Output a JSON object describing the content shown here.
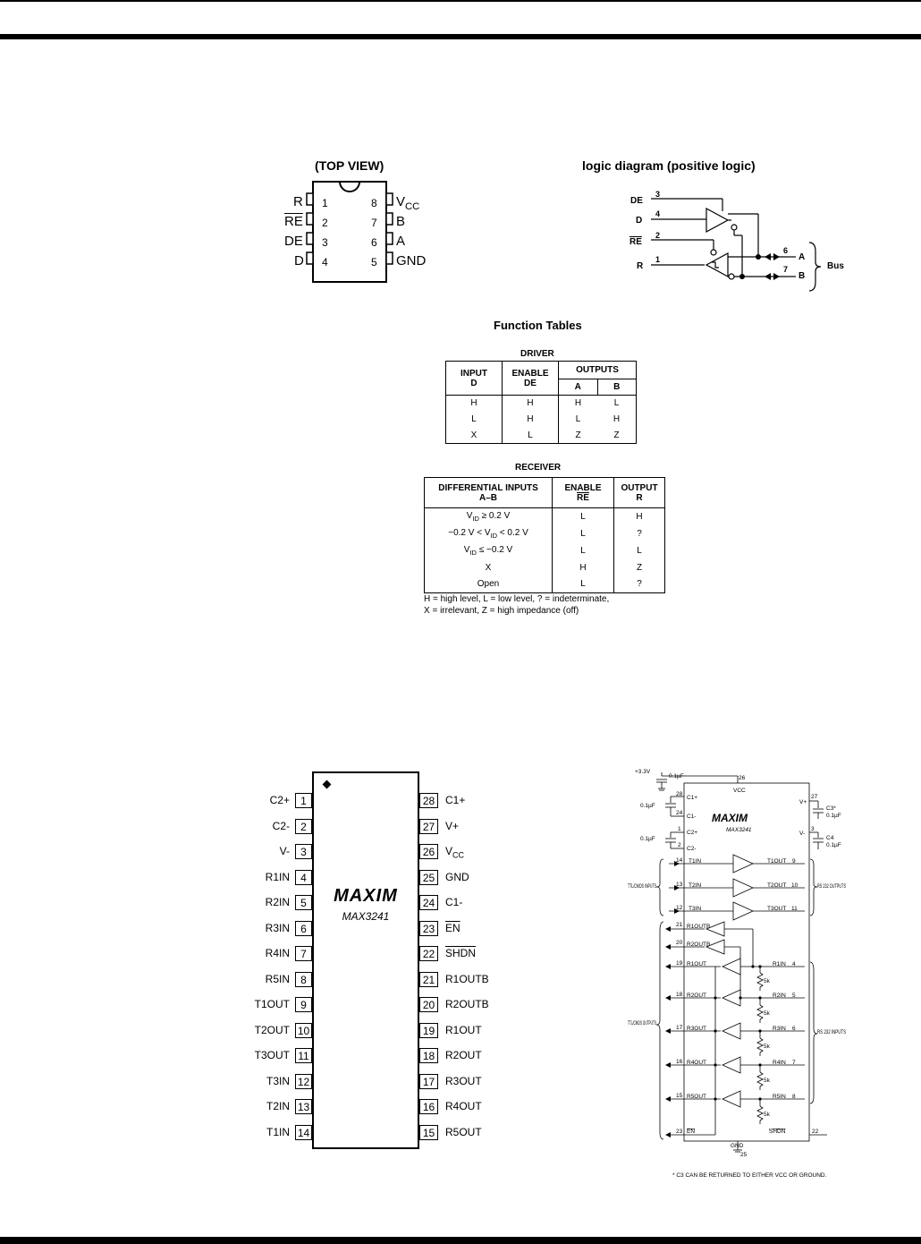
{
  "dip8": {
    "title": "(TOP VIEW)",
    "left_pins": [
      {
        "num": "1",
        "label": "R"
      },
      {
        "num": "2",
        "label": "RE"
      },
      {
        "num": "3",
        "label": "DE"
      },
      {
        "num": "4",
        "label": "D"
      }
    ],
    "right_pins": [
      {
        "num": "8",
        "label": "V",
        "sub": "CC"
      },
      {
        "num": "7",
        "label": "B"
      },
      {
        "num": "6",
        "label": "A"
      },
      {
        "num": "5",
        "label": "GND"
      }
    ]
  },
  "logic": {
    "title": "logic diagram (positive logic)",
    "signals": {
      "de": "DE",
      "d": "D",
      "re": "RE",
      "r": "R",
      "a": "A",
      "b": "B"
    },
    "pins": {
      "de": "3",
      "d": "4",
      "re": "2",
      "r": "1",
      "a": "6",
      "b": "7"
    },
    "bus": "Bus"
  },
  "function_tables": {
    "title": "Function Tables",
    "driver": {
      "caption": "DRIVER",
      "h_input": "INPUT",
      "h_input2": "D",
      "h_enable": "ENABLE",
      "h_enable2": "DE",
      "h_outputs": "OUTPUTS",
      "h_a": "A",
      "h_b": "B",
      "rows": [
        {
          "d": "H",
          "de": "H",
          "a": "H",
          "b": "L"
        },
        {
          "d": "L",
          "de": "H",
          "a": "L",
          "b": "H"
        },
        {
          "d": "X",
          "de": "L",
          "a": "Z",
          "b": "Z"
        }
      ]
    },
    "receiver": {
      "caption": "RECEIVER",
      "h_diff": "DIFFERENTIAL INPUTS",
      "h_diff2": "A–B",
      "h_enable": "ENABLE",
      "h_enable2": "RE",
      "h_output": "OUTPUT",
      "h_output2": "R",
      "rows": [
        {
          "vid_pre": "V",
          "vid_sub": "ID",
          "vid_post": " ≥ 0.2 V",
          "re": "L",
          "r": "H"
        },
        {
          "vid_pre": "−0.2 V < V",
          "vid_sub": "ID",
          "vid_post": " < 0.2 V",
          "re": "L",
          "r": "?"
        },
        {
          "vid_pre": "V",
          "vid_sub": "ID",
          "vid_post": " ≤ −0.2 V",
          "re": "L",
          "r": "L"
        },
        {
          "vid_pre": "X",
          "vid_sub": "",
          "vid_post": "",
          "re": "H",
          "r": "Z"
        },
        {
          "vid_pre": "Open",
          "vid_sub": "",
          "vid_post": "",
          "re": "L",
          "r": "?"
        }
      ]
    },
    "legend1": "H = high level, L = low level, ? = indeterminate,",
    "legend2": "X = irrelevant, Z = high impedance (off)"
  },
  "dip28": {
    "logo": "MAXIM",
    "part": "MAX3241",
    "left_pins": [
      {
        "num": "1",
        "label": "C2+"
      },
      {
        "num": "2",
        "label": "C2-"
      },
      {
        "num": "3",
        "label": "V-"
      },
      {
        "num": "4",
        "label": "R1IN"
      },
      {
        "num": "5",
        "label": "R2IN"
      },
      {
        "num": "6",
        "label": "R3IN"
      },
      {
        "num": "7",
        "label": "R4IN"
      },
      {
        "num": "8",
        "label": "R5IN"
      },
      {
        "num": "9",
        "label": "T1OUT"
      },
      {
        "num": "10",
        "label": "T2OUT"
      },
      {
        "num": "11",
        "label": "T3OUT"
      },
      {
        "num": "12",
        "label": "T3IN"
      },
      {
        "num": "13",
        "label": "T2IN"
      },
      {
        "num": "14",
        "label": "T1IN"
      }
    ],
    "right_pins": [
      {
        "num": "28",
        "label": "C1+"
      },
      {
        "num": "27",
        "label": "V+"
      },
      {
        "num": "26",
        "label": "V",
        "sub": "CC"
      },
      {
        "num": "25",
        "label": "GND"
      },
      {
        "num": "24",
        "label": "C1-"
      },
      {
        "num": "23",
        "label": "EN",
        "overline": true
      },
      {
        "num": "22",
        "label": "SHDN",
        "overline": true
      },
      {
        "num": "21",
        "label": "R1OUTB"
      },
      {
        "num": "20",
        "label": "R2OUTB"
      },
      {
        "num": "19",
        "label": "R1OUT"
      },
      {
        "num": "18",
        "label": "R2OUT"
      },
      {
        "num": "17",
        "label": "R3OUT"
      },
      {
        "num": "16",
        "label": "R4OUT"
      },
      {
        "num": "15",
        "label": "R5OUT"
      }
    ]
  },
  "app_circuit": {
    "supply": "+3.3V",
    "vcc": "VCC",
    "cap": "0.1µF",
    "c1p": "C1+",
    "c1m": "C1-",
    "c2p": "C2+",
    "c2m": "C2-",
    "vp": "V+",
    "vm": "V-",
    "c3": "C3*",
    "c4": "C4",
    "logo": "MAXIM",
    "part": "MAX3241",
    "t_in": [
      "T1IN",
      "T2IN",
      "T3IN"
    ],
    "t_out": [
      "T1OUT",
      "T2OUT",
      "T3OUT"
    ],
    "t_in_pins": [
      "14",
      "13",
      "12"
    ],
    "t_out_pins": [
      "9",
      "10",
      "11"
    ],
    "ttl_inputs": "TTL/CMOS INPUTS",
    "rs232_outputs": "RS 232 OUTPUTS",
    "r_outb": [
      "R1OUTB",
      "R2OUTB"
    ],
    "r_outb_pins": [
      "21",
      "20"
    ],
    "r_out": [
      "R1OUT",
      "R2OUT",
      "R3OUT",
      "R4OUT",
      "R5OUT"
    ],
    "r_out_pins": [
      "19",
      "18",
      "17",
      "16",
      "15"
    ],
    "r_in": [
      "R1IN",
      "R2IN",
      "R3IN",
      "R4IN",
      "R5IN"
    ],
    "r_in_pins": [
      "4",
      "5",
      "6",
      "7",
      "8"
    ],
    "res": "5k",
    "ttl_outputs": "TTL/CMOS OUTPUTS",
    "rs232_inputs": "RS 232 INPUTS",
    "en": "EN",
    "shdn": "SHDN",
    "gnd": "GND",
    "pin26": "26",
    "pin28": "28",
    "pin24": "24",
    "pin1": "1",
    "pin2": "2",
    "pin27": "27",
    "pin3": "3",
    "pin23": "23",
    "pin22": "22",
    "pin25": "25",
    "footnote": "* C3 CAN BE RETURNED TO EITHER VCC OR GROUND."
  }
}
